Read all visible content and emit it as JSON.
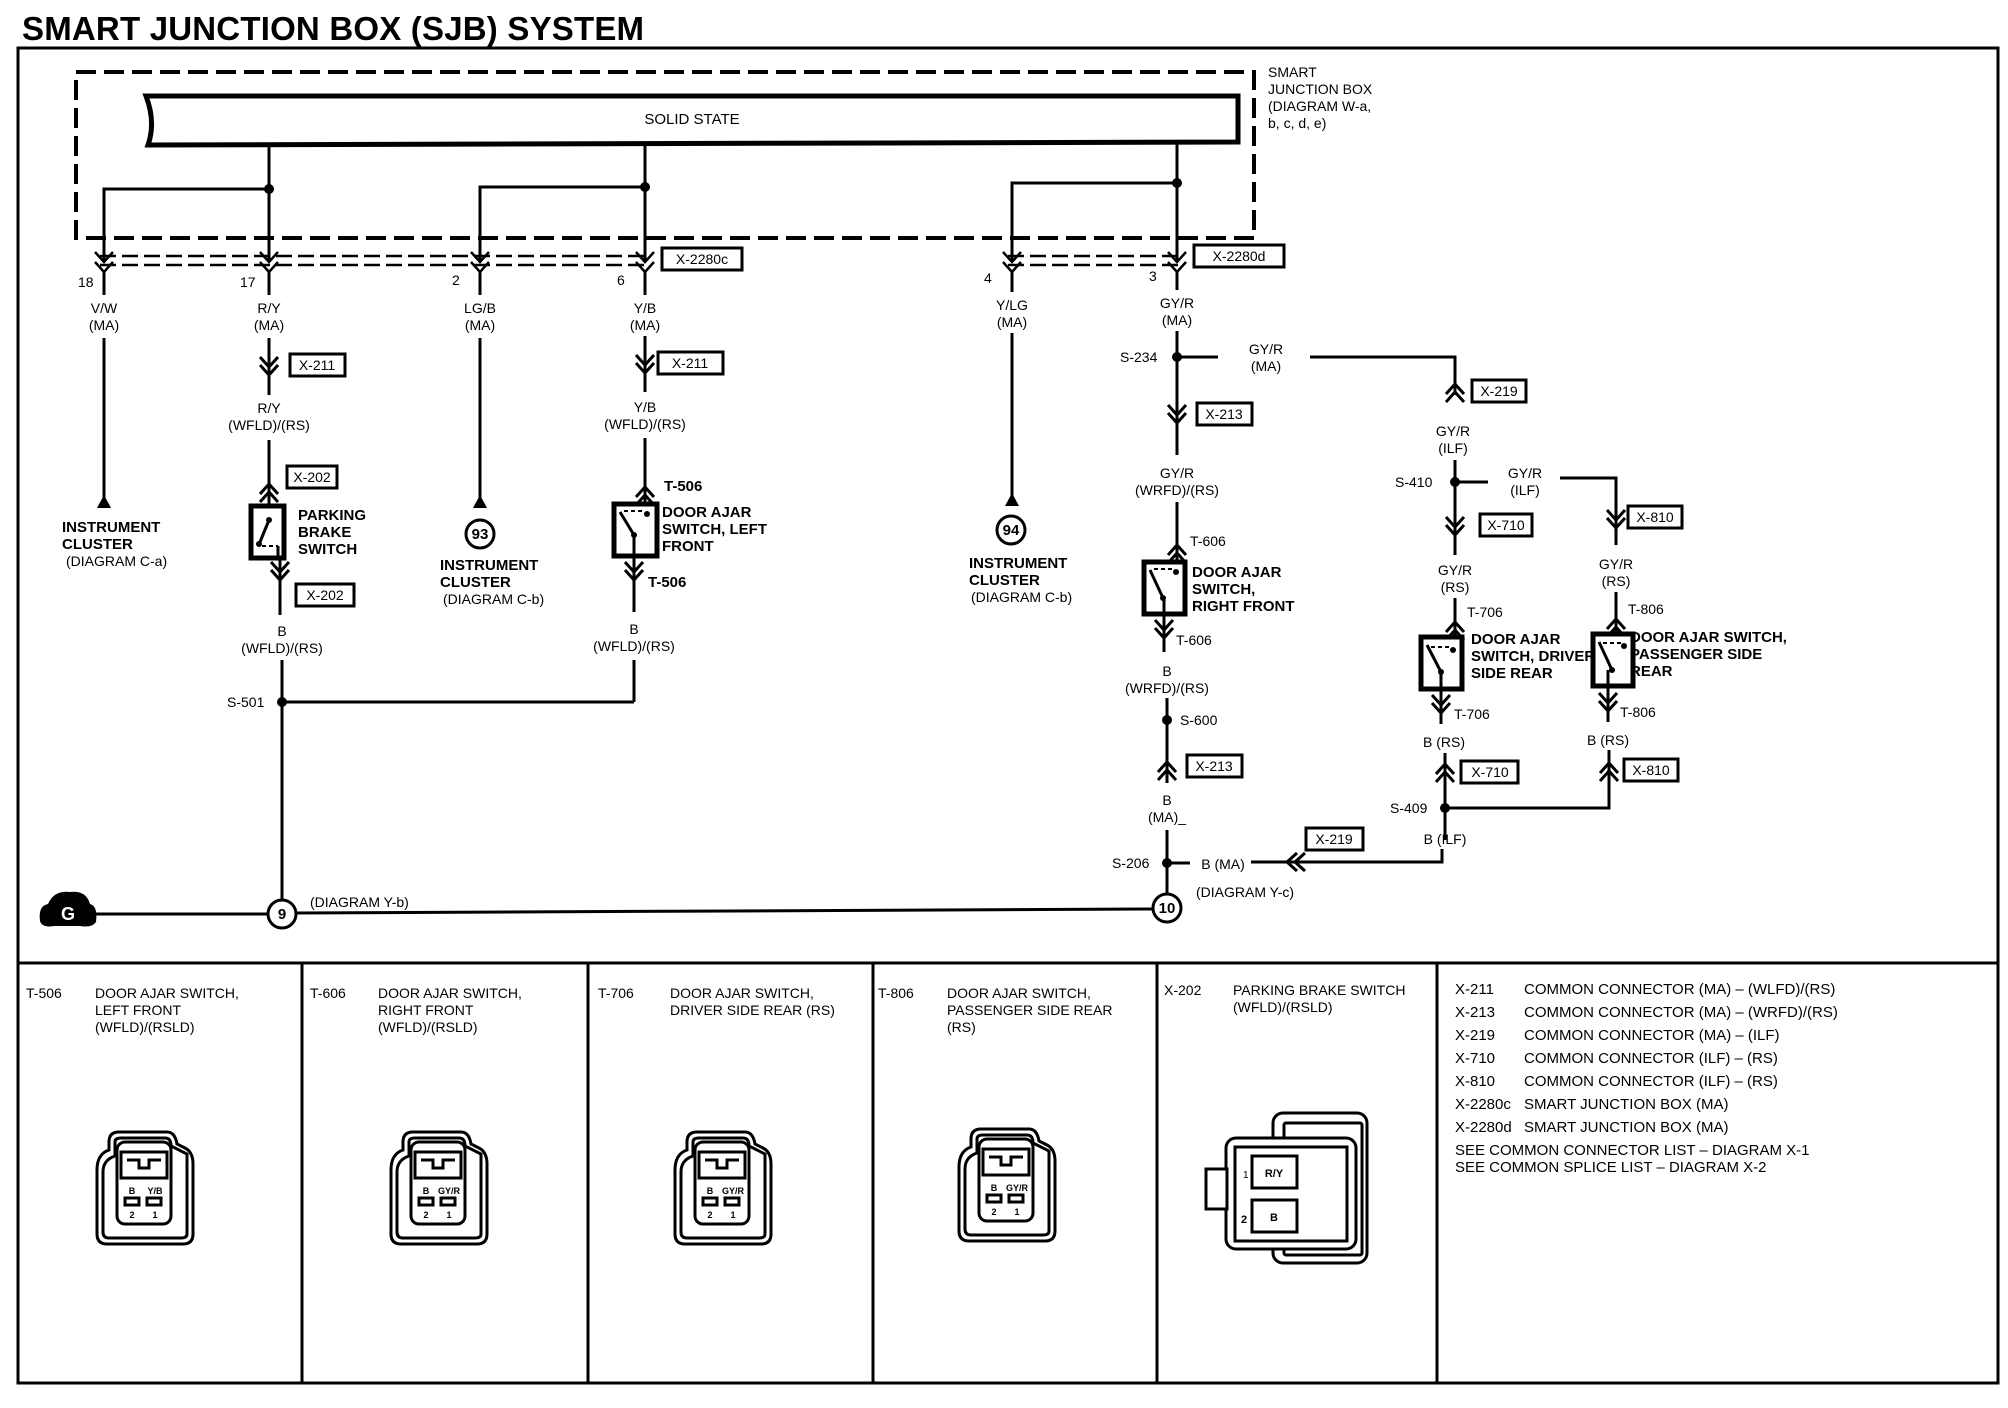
{
  "title": "SMART JUNCTION BOX (SJB) SYSTEM",
  "sjb": {
    "block_label": "SOLID STATE",
    "name_lines": [
      "SMART",
      "JUNCTION BOX",
      "(DIAGRAM W-a,",
      "b, c, d, e)"
    ],
    "connector_c": "X-2280c",
    "connector_d": "X-2280d"
  },
  "circuits": [
    {
      "id": "c18",
      "pin": "18",
      "wire": [
        "V/W",
        "(MA)"
      ],
      "end_lines": [
        "INSTRUMENT",
        "CLUSTER",
        "(DIAGRAM C-a)"
      ]
    },
    {
      "id": "c17",
      "pin": "17",
      "wire": [
        "R/Y",
        "(MA)"
      ],
      "connector": "X-211",
      "wire2": [
        "R/Y",
        "(WFLD)/(RS)"
      ],
      "sw_conn_top": "X-202",
      "component": [
        "PARKING",
        "BRAKE",
        "SWITCH"
      ],
      "sw_conn_bot": "X-202",
      "wire3": [
        "B",
        "(WFLD)/(RS)"
      ]
    },
    {
      "id": "c2",
      "pin": "2",
      "wire": [
        "LG/B",
        "(MA)"
      ],
      "ref": "93",
      "end_lines": [
        "INSTRUMENT",
        "CLUSTER",
        "(DIAGRAM C-b)"
      ]
    },
    {
      "id": "c6",
      "pin": "6",
      "wire": [
        "Y/B",
        "(MA)"
      ],
      "connector": "X-211",
      "wire2": [
        "Y/B",
        "(WFLD)/(RS)"
      ],
      "sw_conn_top": "T-506",
      "component": [
        "DOOR AJAR",
        "SWITCH, LEFT",
        "FRONT"
      ],
      "sw_conn_bot": "T-506",
      "wire3": [
        "B",
        "(WFLD)/(RS)"
      ]
    },
    {
      "id": "c4",
      "pin": "4",
      "wire": [
        "Y/LG",
        "(MA)"
      ],
      "ref": "94",
      "end_lines": [
        "INSTRUMENT",
        "CLUSTER",
        "(DIAGRAM C-b)"
      ]
    },
    {
      "id": "c3",
      "pin": "3",
      "wire": [
        "GY/R",
        "(MA)"
      ],
      "splice": "S-234",
      "branch_wire": [
        "GY/R",
        "(MA)"
      ],
      "connector": "X-213",
      "wire2": [
        "GY/R",
        "(WRFD)/(RS)"
      ],
      "sw_conn_top": "T-606",
      "component": [
        "DOOR AJAR",
        "SWITCH,",
        "RIGHT FRONT"
      ],
      "sw_conn_bot": "T-606",
      "wire3": [
        "B",
        "(WRFD)/(RS)"
      ],
      "splice2": "S-600",
      "connector2": "X-213",
      "wire4": [
        "B",
        "(MA)_"
      ],
      "splice3": "S-206"
    }
  ],
  "rear": {
    "x219_top": "X-219",
    "ilf_wire": [
      "GY/R",
      "(ILF)"
    ],
    "splice_410": "S-410",
    "branch_wire": [
      "GY/R",
      "(ILF)"
    ],
    "driver": {
      "conn": "X-710",
      "wire": [
        "GY/R",
        "(RS)"
      ],
      "t_top": "T-706",
      "component": [
        "DOOR AJAR",
        "SWITCH, DRIVER",
        "SIDE REAR"
      ],
      "t_bot": "T-706",
      "wire_b": "B (RS)",
      "conn2": "X-710"
    },
    "passenger": {
      "conn": "X-810",
      "wire": [
        "GY/R",
        "(RS)"
      ],
      "t_top": "T-806",
      "component": [
        "DOOR AJAR SWITCH,",
        "PASSENGER SIDE",
        "REAR"
      ],
      "t_bot": "T-806",
      "wire_b": "B (RS)",
      "conn2": "X-810"
    },
    "splice_409": "S-409",
    "b_ilf": "B (ILF)",
    "x219_bot": "X-219",
    "b_ma": "B (MA)"
  },
  "ground": {
    "symbol": "G",
    "s501": "S-501",
    "g9": "9",
    "g9_ref": "(DIAGRAM Y-b)",
    "g10": "10",
    "g10_ref": "(DIAGRAM Y-c)"
  },
  "connector_views": [
    {
      "id": "T-506",
      "lines": [
        "DOOR AJAR SWITCH,",
        "LEFT FRONT",
        "(WFLD)/(RSLD)"
      ],
      "pins": [
        {
          "num": "2",
          "wire": "B"
        },
        {
          "num": "1",
          "wire": "Y/B"
        }
      ]
    },
    {
      "id": "T-606",
      "lines": [
        "DOOR AJAR SWITCH,",
        "RIGHT FRONT",
        "(WFLD)/(RSLD)"
      ],
      "pins": [
        {
          "num": "2",
          "wire": "B"
        },
        {
          "num": "1",
          "wire": "GY/R"
        }
      ]
    },
    {
      "id": "T-706",
      "lines": [
        "DOOR AJAR SWITCH,",
        "DRIVER SIDE REAR (RS)"
      ],
      "pins": [
        {
          "num": "2",
          "wire": "B"
        },
        {
          "num": "1",
          "wire": "GY/R"
        }
      ]
    },
    {
      "id": "T-806",
      "lines": [
        "DOOR AJAR SWITCH,",
        "PASSENGER SIDE REAR",
        "(RS)"
      ],
      "pins": [
        {
          "num": "2",
          "wire": "B"
        },
        {
          "num": "1",
          "wire": "GY/R"
        }
      ]
    },
    {
      "id": "X-202",
      "lines": [
        "PARKING BRAKE SWITCH",
        "(WFLD)/(RSLD)"
      ],
      "pins": [
        {
          "num": "1",
          "wire": "R/Y"
        },
        {
          "num": "2",
          "wire": "B"
        }
      ]
    }
  ],
  "legend": {
    "entries": [
      {
        "code": "X-211",
        "desc": "COMMON CONNECTOR (MA) – (WLFD)/(RS)"
      },
      {
        "code": "X-213",
        "desc": "COMMON CONNECTOR (MA) – (WRFD)/(RS)"
      },
      {
        "code": "X-219",
        "desc": "COMMON CONNECTOR (MA) – (ILF)"
      },
      {
        "code": "X-710",
        "desc": "COMMON CONNECTOR (ILF) – (RS)"
      },
      {
        "code": "X-810",
        "desc": "COMMON CONNECTOR (ILF) – (RS)"
      },
      {
        "code": "X-2280c",
        "desc": "SMART JUNCTION BOX (MA)"
      },
      {
        "code": "X-2280d",
        "desc": "SMART JUNCTION BOX (MA)"
      }
    ],
    "notes": [
      "SEE COMMON CONNECTOR LIST – DIAGRAM X-1",
      "SEE COMMON SPLICE LIST – DIAGRAM X-2"
    ]
  }
}
